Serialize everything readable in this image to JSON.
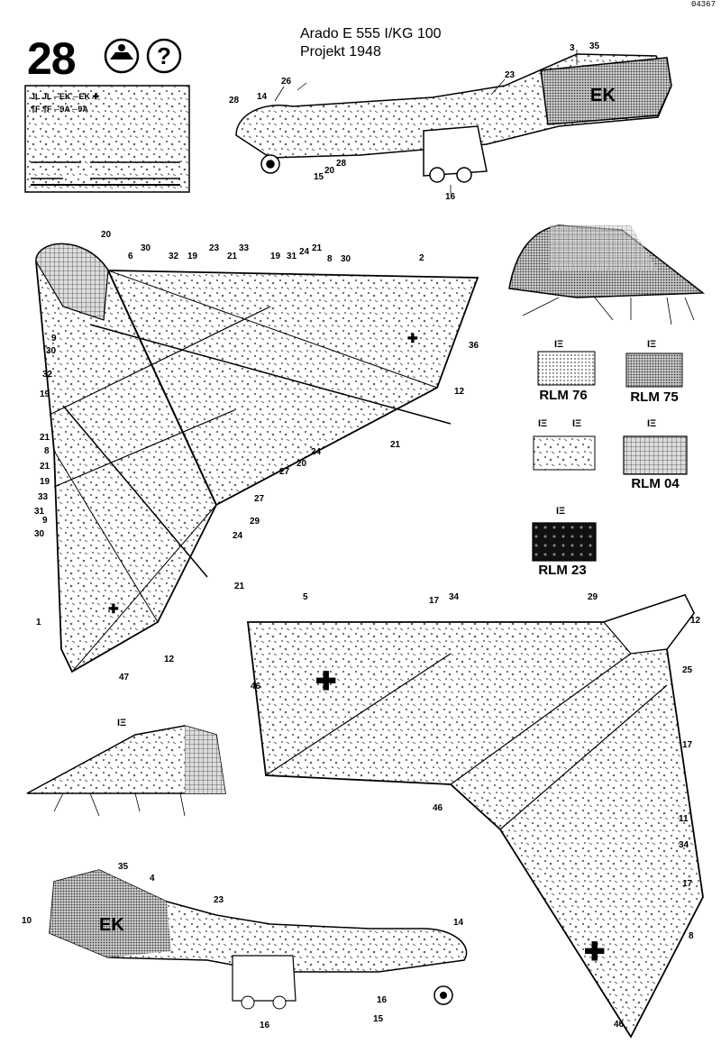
{
  "header": {
    "step_number": "28",
    "doc_code": "04367",
    "title_line1": "Arado E 555 I/KG 100",
    "title_line2": "Projekt 1948"
  },
  "swatches": [
    {
      "label": "RLM 76",
      "color": "#f2f2f2",
      "pattern": "light"
    },
    {
      "label": "RLM 75",
      "color": "#9a9a9a",
      "pattern": "dot"
    },
    {
      "label": "",
      "color": "#e0e0e0",
      "pattern": "camo"
    },
    {
      "label": "RLM 04",
      "color": "#b5b5b5",
      "pattern": "grid"
    },
    {
      "label": "RLM 23",
      "color": "#1a1a1a",
      "pattern": "dark"
    }
  ],
  "callouts": {
    "top_side": [
      "28",
      "26",
      "14",
      "23",
      "3",
      "35",
      "28",
      "20",
      "15",
      "16"
    ],
    "top_wing": [
      "20",
      "6",
      "30",
      "32",
      "19",
      "23",
      "21",
      "33",
      "19",
      "31",
      "24",
      "21",
      "8",
      "30",
      "2",
      "9",
      "30",
      "32",
      "19",
      "21",
      "8",
      "21",
      "19",
      "33",
      "31",
      "9",
      "30",
      "36",
      "12",
      "21",
      "24",
      "27",
      "20",
      "27",
      "29",
      "24",
      "21",
      "1",
      "47",
      "12"
    ],
    "bottom_wing": [
      "5",
      "17",
      "34",
      "29",
      "12",
      "46",
      "25",
      "17",
      "46",
      "11",
      "34",
      "17",
      "8",
      "46"
    ],
    "bottom_side": [
      "35",
      "4",
      "10",
      "23",
      "14",
      "16",
      "15",
      "16"
    ]
  }
}
